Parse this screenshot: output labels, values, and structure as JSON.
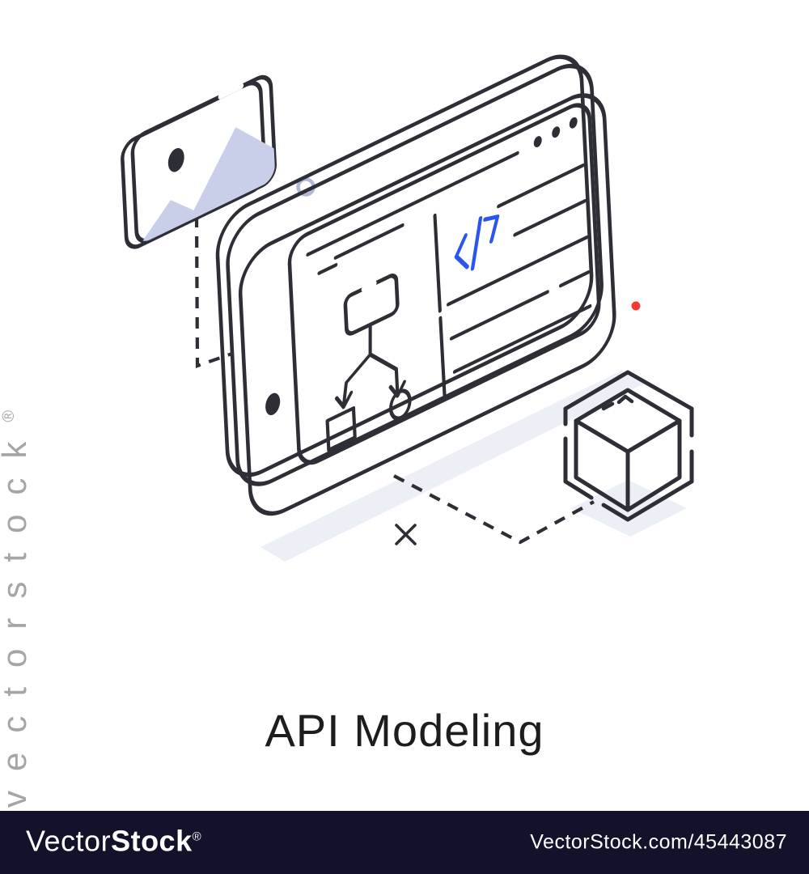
{
  "title": "API Modeling",
  "watermark": {
    "vertical_text": "vectorstock",
    "registered_mark": "®"
  },
  "footer": {
    "brand_light": "Vector",
    "brand_bold": "Stock",
    "registered_mark": "®",
    "url": "VectorStock.com/45443087"
  },
  "illustration": {
    "subject": "API modeling isometric line illustration",
    "icons": [
      "image-placeholder-icon",
      "browser-window-icon",
      "flowchart-icon",
      "code-icon",
      "cube-icon",
      "cross-icon",
      "circle-icon",
      "red-dot-icon"
    ],
    "code_symbol": "</>"
  },
  "colors": {
    "ink": "#2e2e36",
    "blue": "#2b55f0",
    "red": "#f23a2e",
    "side": "#c9cee8",
    "node-fill": "#c7cce6",
    "mountain": "#c9cfe8",
    "shadow": "#edeff7",
    "circle-stroke": "#b2b9d8",
    "face-light": "#f3f4fa",
    "face-dark": "#dadeee",
    "footer-bg": "#14122a",
    "watermark": "#a5a5a5",
    "title-color": "#1d1d1f"
  }
}
